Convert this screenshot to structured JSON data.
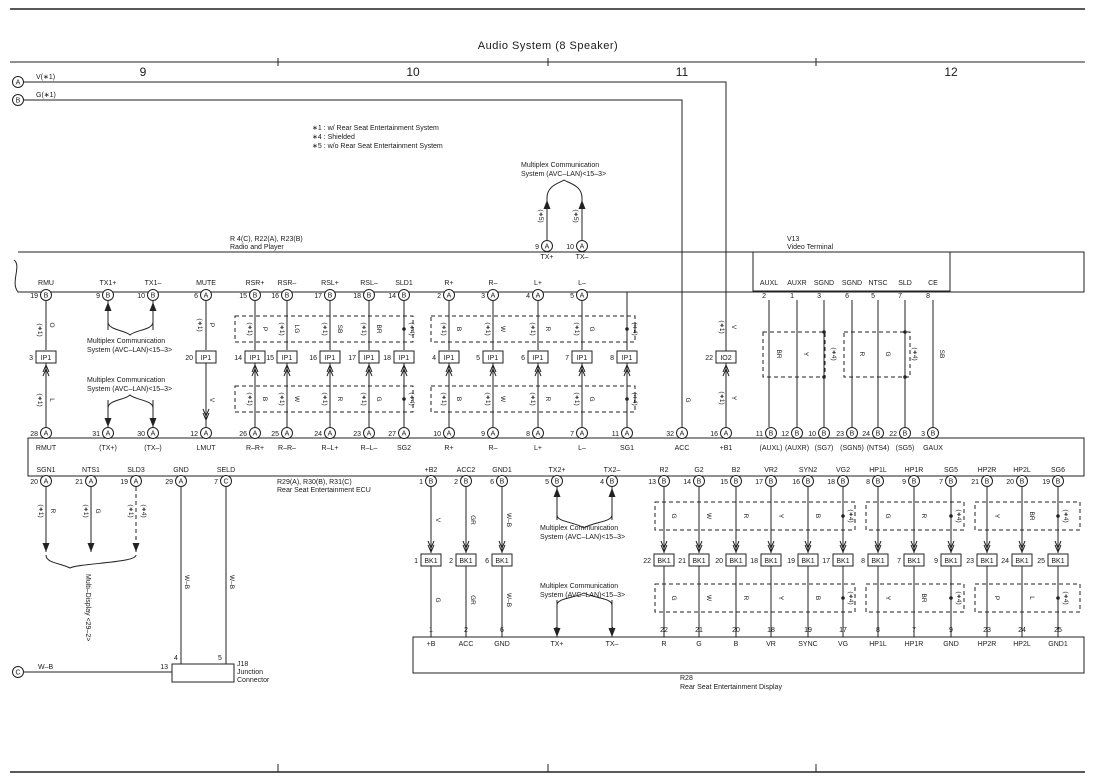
{
  "title": "Audio System (8 Speaker)",
  "page_columns": [
    "9",
    "10",
    "11",
    "12"
  ],
  "terminals": [
    {
      "letter": "A",
      "label": "V(∗1)"
    },
    {
      "letter": "B",
      "label": "G(∗1)"
    },
    {
      "letter": "C",
      "label": "W–B"
    }
  ],
  "notes": [
    "∗1 : w/ Rear Seat Entertainment System",
    "∗4 : Shielded",
    "∗5 : w/o Rear Seat Entertainment System"
  ],
  "components": {
    "radio": {
      "id": "R 4(C), R22(A), R23(B)",
      "name": "Radio and Player"
    },
    "video": {
      "id": "V13",
      "name": "Video Terminal"
    },
    "ecu": {
      "id": "R29(A), R30(B), R31(C)",
      "name": "Rear Seat Entertainment ECU"
    },
    "junction": {
      "id": "J18",
      "name1": "Junction",
      "name2": "Connector"
    },
    "display": {
      "id": "R28",
      "name": "Rear Seat Entertainment Display"
    }
  },
  "multiplex_label1": "Multiplex Communication",
  "multiplex_label2": "System (AVC–LAN)<15–3>",
  "multi_display_label": "Multi–Display <29–2>",
  "radio_pins": [
    {
      "name": "RMU",
      "num": "19",
      "conn": "B"
    },
    {
      "name": "TX1+",
      "num": "9",
      "conn": "B"
    },
    {
      "name": "TX1–",
      "num": "10",
      "conn": "B"
    },
    {
      "name": "MUTE",
      "num": "6",
      "conn": "A"
    },
    {
      "name": "RSR+",
      "num": "15",
      "conn": "B"
    },
    {
      "name": "RSR–",
      "num": "16",
      "conn": "B"
    },
    {
      "name": "RSL+",
      "num": "17",
      "conn": "B"
    },
    {
      "name": "RSL–",
      "num": "18",
      "conn": "B"
    },
    {
      "name": "SLD1",
      "num": "14",
      "conn": "B"
    },
    {
      "name": "R+",
      "num": "2",
      "conn": "A"
    },
    {
      "name": "R–",
      "num": "3",
      "conn": "A"
    },
    {
      "name": "L+",
      "num": "4",
      "conn": "A"
    },
    {
      "name": "L–",
      "num": "5",
      "conn": "A"
    }
  ],
  "radio_top_pins": [
    {
      "name": "TX+",
      "num": "9",
      "conn": "A"
    },
    {
      "name": "TX–",
      "num": "10",
      "conn": "A"
    }
  ],
  "video_pins": [
    {
      "name": "AUXL",
      "num": "2"
    },
    {
      "name": "AUXR",
      "num": "1"
    },
    {
      "name": "SGND",
      "num": "3"
    },
    {
      "name": "SGND",
      "num": "6"
    },
    {
      "name": "NTSC",
      "num": "5"
    },
    {
      "name": "SLD",
      "num": "7"
    },
    {
      "name": "CE",
      "num": "8"
    }
  ],
  "ecu_top_pins": [
    {
      "name": "RMUT",
      "num": "28",
      "conn": "A"
    },
    {
      "name": "(TX+)",
      "num": "31",
      "conn": "A"
    },
    {
      "name": "(TX–)",
      "num": "30",
      "conn": "A"
    },
    {
      "name": "LMUT",
      "num": "12",
      "conn": "A"
    },
    {
      "name": "R–R+",
      "num": "26",
      "conn": "A"
    },
    {
      "name": "R–R–",
      "num": "25",
      "conn": "A"
    },
    {
      "name": "R–L+",
      "num": "24",
      "conn": "A"
    },
    {
      "name": "R–L–",
      "num": "23",
      "conn": "A"
    },
    {
      "name": "SG2",
      "num": "27",
      "conn": "A"
    },
    {
      "name": "R+",
      "num": "10",
      "conn": "A"
    },
    {
      "name": "R–",
      "num": "9",
      "conn": "A"
    },
    {
      "name": "L+",
      "num": "8",
      "conn": "A"
    },
    {
      "name": "L–",
      "num": "7",
      "conn": "A"
    },
    {
      "name": "SG1",
      "num": "11",
      "conn": "A"
    },
    {
      "name": "ACC",
      "num": "32",
      "conn": "A"
    },
    {
      "name": "+B1",
      "num": "16",
      "conn": "A"
    },
    {
      "name": "(AUXL)",
      "num": "11",
      "conn": "B"
    },
    {
      "name": "(AUXR)",
      "num": "12",
      "conn": "B"
    },
    {
      "name": "(SG7)",
      "num": "10",
      "conn": "B"
    },
    {
      "name": "(SGN5)",
      "num": "23",
      "conn": "B"
    },
    {
      "name": "(NTS4)",
      "num": "24",
      "conn": "B"
    },
    {
      "name": "(SG5)",
      "num": "22",
      "conn": "B"
    },
    {
      "name": "GAUX",
      "num": "3",
      "conn": "B"
    }
  ],
  "ecu_bottom_pins": [
    {
      "name": "SGN1",
      "num": "20",
      "conn": "A"
    },
    {
      "name": "NTS1",
      "num": "21",
      "conn": "A"
    },
    {
      "name": "SLD3",
      "num": "19",
      "conn": "A"
    },
    {
      "name": "GND",
      "num": "29",
      "conn": "A"
    },
    {
      "name": "SELD",
      "num": "7",
      "conn": "C"
    },
    {
      "name": "+B2",
      "num": "1",
      "conn": "B"
    },
    {
      "name": "ACC2",
      "num": "2",
      "conn": "B"
    },
    {
      "name": "GND1",
      "num": "6",
      "conn": "B"
    },
    {
      "name": "TX2+",
      "num": "5",
      "conn": "B"
    },
    {
      "name": "TX2–",
      "num": "4",
      "conn": "B"
    },
    {
      "name": "R2",
      "num": "13",
      "conn": "B"
    },
    {
      "name": "G2",
      "num": "14",
      "conn": "B"
    },
    {
      "name": "B2",
      "num": "15",
      "conn": "B"
    },
    {
      "name": "VR2",
      "num": "17",
      "conn": "B"
    },
    {
      "name": "SYN2",
      "num": "16",
      "conn": "B"
    },
    {
      "name": "VG2",
      "num": "18",
      "conn": "B"
    },
    {
      "name": "HP1L",
      "num": "8",
      "conn": "B"
    },
    {
      "name": "HP1R",
      "num": "9",
      "conn": "B"
    },
    {
      "name": "SG5",
      "num": "7",
      "conn": "B"
    },
    {
      "name": "HP2R",
      "num": "21",
      "conn": "B"
    },
    {
      "name": "HP2L",
      "num": "20",
      "conn": "B"
    },
    {
      "name": "SG6",
      "num": "19",
      "conn": "B"
    }
  ],
  "display_pins": [
    {
      "name": "+B",
      "num": "1"
    },
    {
      "name": "ACC",
      "num": "2"
    },
    {
      "name": "GND",
      "num": "6"
    },
    {
      "name": "TX+",
      "num": "5"
    },
    {
      "name": "TX–",
      "num": "4"
    },
    {
      "name": "R",
      "num": "22"
    },
    {
      "name": "G",
      "num": "21"
    },
    {
      "name": "B",
      "num": "20"
    },
    {
      "name": "VR",
      "num": "18"
    },
    {
      "name": "SYNC",
      "num": "19"
    },
    {
      "name": "VG",
      "num": "17"
    },
    {
      "name": "HP1L",
      "num": "8"
    },
    {
      "name": "HP1R",
      "num": "7"
    },
    {
      "name": "GND",
      "num": "9"
    },
    {
      "name": "HP2R",
      "num": "23"
    },
    {
      "name": "HP2L",
      "num": "24"
    },
    {
      "name": "GND1",
      "num": "25"
    }
  ],
  "ip1_splices": [
    {
      "conn": "IP1",
      "num": "3"
    },
    {
      "conn": "IP1",
      "num": "20"
    },
    {
      "conn": "IP1",
      "num": "14"
    },
    {
      "conn": "IP1",
      "num": "15"
    },
    {
      "conn": "IP1",
      "num": "16"
    },
    {
      "conn": "IP1",
      "num": "17"
    },
    {
      "conn": "IP1",
      "num": "18"
    },
    {
      "conn": "IP1",
      "num": "4"
    },
    {
      "conn": "IP1",
      "num": "5"
    },
    {
      "conn": "IP1",
      "num": "6"
    },
    {
      "conn": "IP1",
      "num": "7"
    },
    {
      "conn": "IP1",
      "num": "8"
    }
  ],
  "io2_splice": {
    "conn": "IO2",
    "num": "22"
  },
  "bk1_top": [
    {
      "conn": "BK1",
      "num": "1"
    },
    {
      "conn": "BK1",
      "num": "2"
    },
    {
      "conn": "BK1",
      "num": "6"
    },
    {
      "conn": "BK1",
      "num": "22"
    },
    {
      "conn": "BK1",
      "num": "21"
    },
    {
      "conn": "BK1",
      "num": "20"
    },
    {
      "conn": "BK1",
      "num": "18"
    },
    {
      "conn": "BK1",
      "num": "19"
    },
    {
      "conn": "BK1",
      "num": "17"
    },
    {
      "conn": "BK1",
      "num": "8"
    },
    {
      "conn": "BK1",
      "num": "7"
    },
    {
      "conn": "BK1",
      "num": "9"
    },
    {
      "conn": "BK1",
      "num": "23"
    },
    {
      "conn": "BK1",
      "num": "24"
    },
    {
      "conn": "BK1",
      "num": "25"
    }
  ],
  "junction_pins": [
    "13",
    "4",
    "5"
  ],
  "wire_colors": {
    "rmu_upper": "O",
    "rmu_lower": "L",
    "mute": "P",
    "lmut": "V",
    "rs_upper": [
      "P",
      "LG",
      "SB",
      "BR"
    ],
    "rs_lower": [
      "B",
      "W",
      "R",
      "G"
    ],
    "spk_upper": [
      "B",
      "W",
      "R",
      "G"
    ],
    "spk_lower": [
      "B",
      "W",
      "R",
      "G"
    ],
    "acc": "G",
    "b1_upper": "V",
    "b1_lower": "Y",
    "video": [
      "BR",
      "Y",
      "R",
      "G",
      "SB"
    ],
    "md": [
      "R",
      "G"
    ],
    "gnd": "W–B",
    "seld": "W–B",
    "pwr_upper": [
      "V",
      "GR",
      "W–B"
    ],
    "pwr_lower": [
      "G",
      "GR",
      "W–B"
    ],
    "vid_upper": [
      "G",
      "W",
      "R",
      "Y",
      "B"
    ],
    "vid_lower": [
      "G",
      "W",
      "R",
      "Y",
      "B"
    ],
    "hp1_upper": [
      "G",
      "R"
    ],
    "hp1_lower": [
      "Y",
      "BR"
    ],
    "hp2_upper": [
      "Y",
      "BR"
    ],
    "hp2_lower": [
      "P",
      "L"
    ]
  },
  "markers": {
    "s1": "(∗1)",
    "s4": "(∗4)",
    "s5": "(∗5)"
  }
}
